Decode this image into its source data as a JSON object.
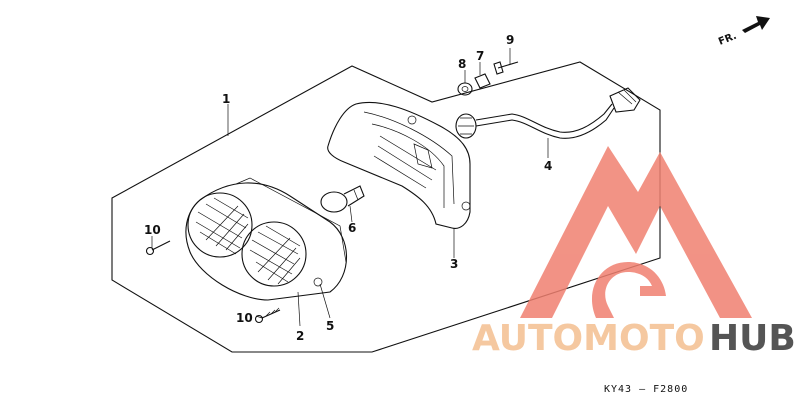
{
  "diagram": {
    "orientation_label": "FR.",
    "drawing_code": "KY43 — F2800",
    "callouts": [
      "1",
      "2",
      "3",
      "4",
      "5",
      "6",
      "7",
      "8",
      "9",
      "10",
      "10"
    ]
  },
  "watermark": {
    "word_left": "AUTOMOTO",
    "word_right": "HUB",
    "accent_color": "#f08070",
    "light_color": "#f5b8a8",
    "dark_color": "#555555"
  }
}
